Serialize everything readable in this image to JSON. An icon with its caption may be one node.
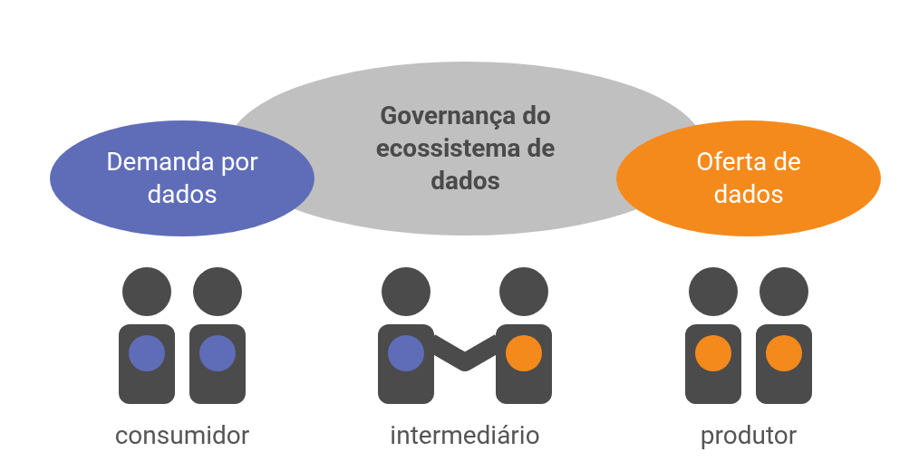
{
  "diagram": {
    "nodes": [
      {
        "text": [
          "Governança do ecossistema de dados"
        ]
      },
      {
        "text": [
          "Demanda por dados"
        ]
      },
      {
        "text": [
          "Oferta de dados"
        ]
      },
      {
        "text": [
          "consumidor"
        ]
      },
      {
        "text": [
          "intermediário"
        ]
      },
      {
        "text": [
          "produtor"
        ]
      }
    ]
  }
}
